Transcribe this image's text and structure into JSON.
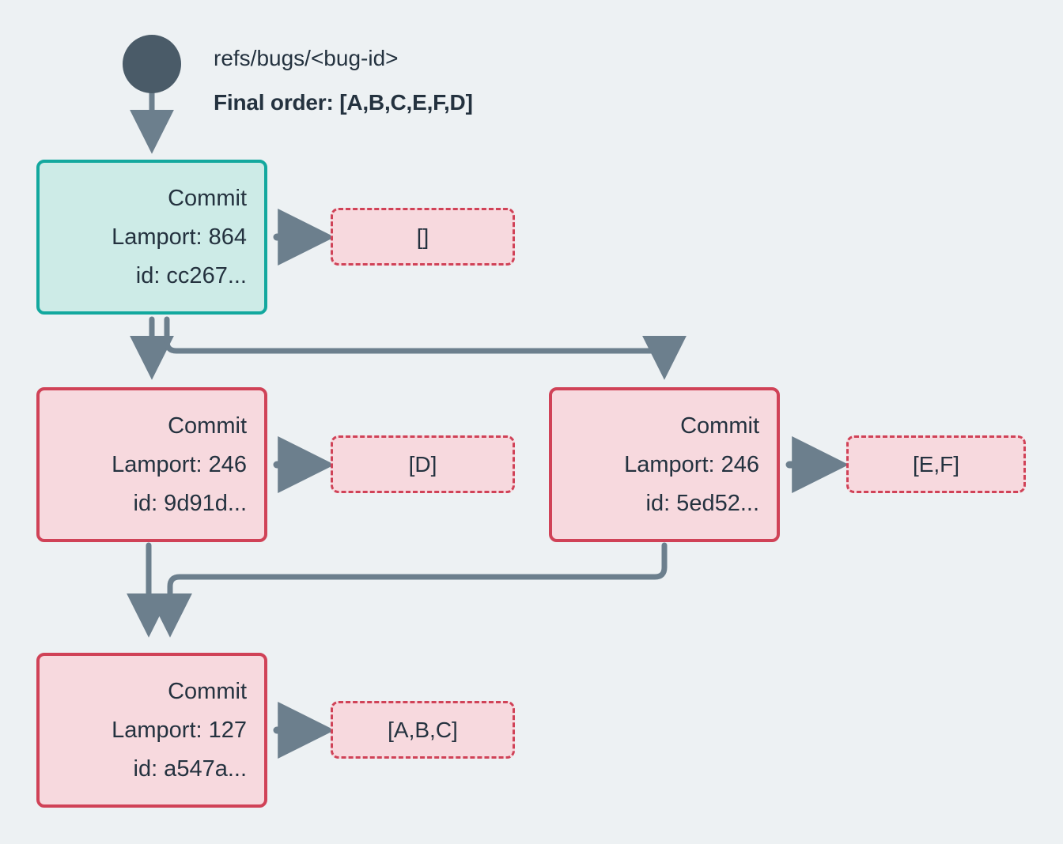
{
  "diagram": {
    "title_ref": "refs/bugs/<bug-id>",
    "final_order": "Final order: [A,B,C,E,F,D]",
    "colors": {
      "background": "#EDF1F3",
      "root_dot": "#4A5B68",
      "edge": "#6C7F8D",
      "teal_border": "#13A89E",
      "teal_fill": "#CDEBE7",
      "red_border": "#D04257",
      "red_fill": "#F7D9DE",
      "text": "#24323F"
    },
    "nodes": [
      {
        "id": "n1",
        "kind": "commit",
        "style": "teal",
        "line1": "Commit",
        "line2": "Lamport: 864",
        "line3": "id: cc267..."
      },
      {
        "id": "n2",
        "kind": "commit",
        "style": "red",
        "line1": "Commit",
        "line2": "Lamport: 246",
        "line3": "id: 9d91d..."
      },
      {
        "id": "n3",
        "kind": "commit",
        "style": "red",
        "line1": "Commit",
        "line2": "Lamport: 246",
        "line3": "id: 5ed52..."
      },
      {
        "id": "n4",
        "kind": "commit",
        "style": "red",
        "line1": "Commit",
        "line2": "Lamport: 127",
        "line3": "id: a547a..."
      }
    ],
    "opboxes": [
      {
        "id": "op1",
        "label": "[]"
      },
      {
        "id": "op2",
        "label": "[D]"
      },
      {
        "id": "op3",
        "label": "[E,F]"
      },
      {
        "id": "op4",
        "label": "[A,B,C]"
      }
    ]
  }
}
